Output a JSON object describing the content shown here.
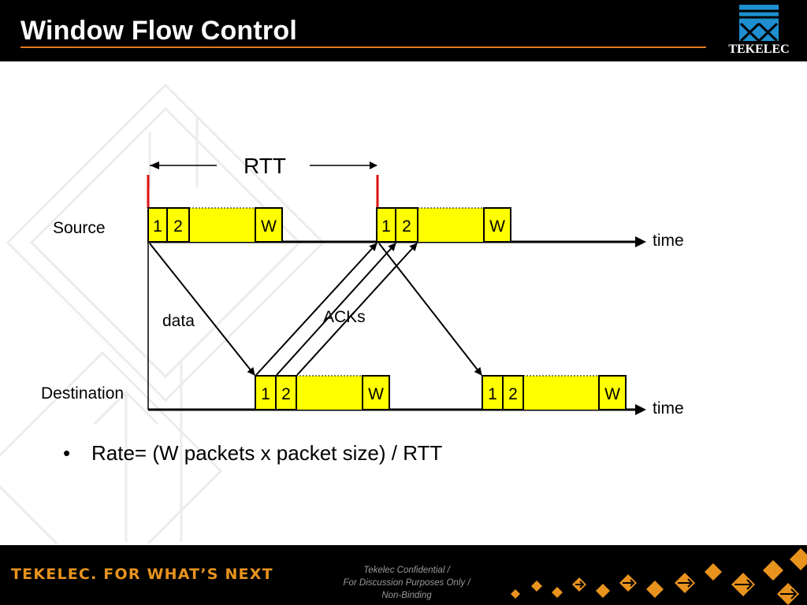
{
  "header": {
    "title": "Window Flow Control"
  },
  "logo": {
    "text": "TEKELEC"
  },
  "diagram": {
    "rtt_label": "RTT",
    "source_label": "Source",
    "destination_label": "Destination",
    "time_label_top": "time",
    "time_label_bottom": "time",
    "data_label": "data",
    "acks_label": "ACKs",
    "packet_1": "1",
    "packet_2": "2",
    "packet_w": "W"
  },
  "bullet": {
    "text": "Rate= (W packets x packet size)  / RTT",
    "marker": "•"
  },
  "footer": {
    "slogan": "TEKELEC. FOR WHAT’S NEXT",
    "confidential_line1": "Tekelec Confidential /",
    "confidential_line2": "For Discussion Purposes Only /",
    "confidential_line3": "Non-Binding"
  },
  "colors": {
    "window_fill": "#ffff00",
    "rtt_mark": "#dd1111",
    "accent": "#e8931e",
    "logo_blue": "#1e8fd0"
  }
}
